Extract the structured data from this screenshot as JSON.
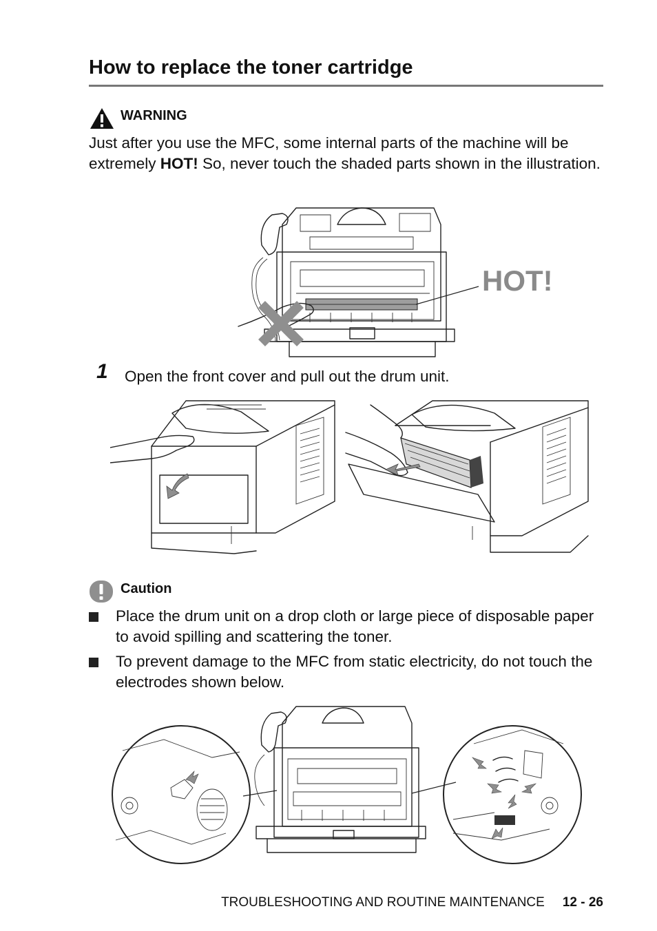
{
  "page": {
    "title": "How to replace the toner cartridge",
    "warning": {
      "label": "WARNING",
      "text_before": "Just after you use the MFC, some internal parts of the machine will be extremely ",
      "text_bold": "HOT!",
      "text_after": " So, never touch the shaded parts shown in the illustration."
    },
    "figure_hot": {
      "callout": "HOT!"
    },
    "step1": {
      "number": "1",
      "text": "Open the front cover and pull out the drum unit."
    },
    "caution": {
      "label": "Caution",
      "bullets": [
        "Place the drum unit on a drop cloth or large piece of disposable paper to avoid spilling and scattering the toner.",
        "To prevent damage to the MFC from static electricity, do not touch the electrodes shown below."
      ]
    },
    "footer": {
      "section": "TROUBLESHOOTING AND ROUTINE MAINTENANCE",
      "page": "12 - 26"
    }
  },
  "colors": {
    "hot_callout": "#8a8a8a",
    "rule": "#777777",
    "x_mark": "#8f8f8f"
  },
  "icons": [
    "warning-triangle-icon",
    "caution-exclamation-icon"
  ]
}
